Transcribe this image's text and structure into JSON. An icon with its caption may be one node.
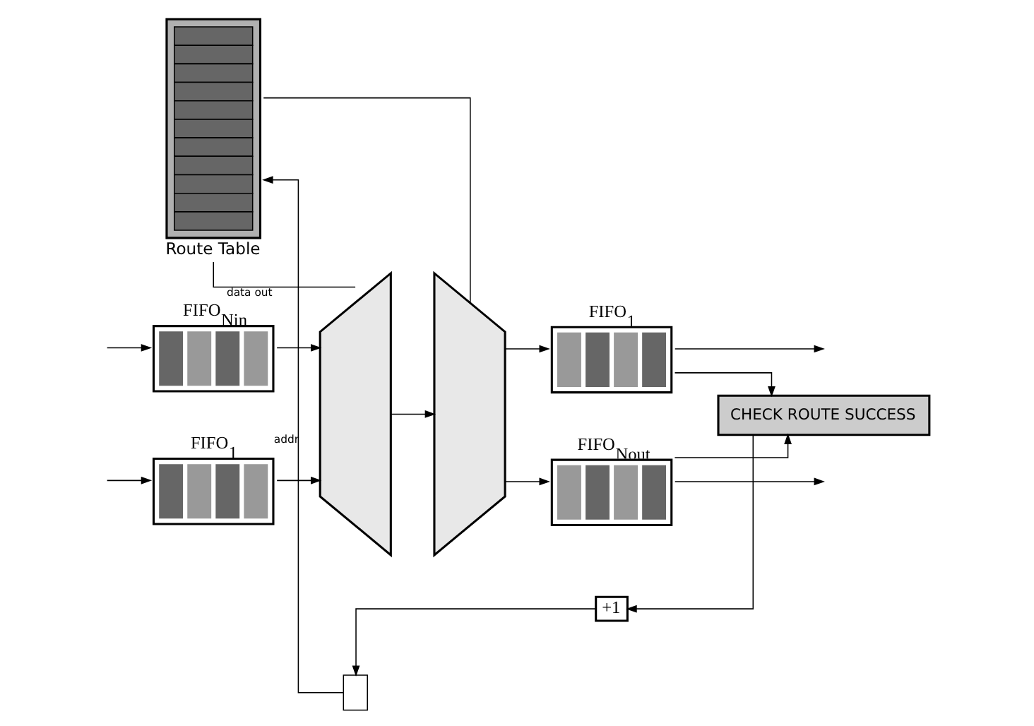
{
  "diagram": {
    "nodes": [
      {
        "text": [
          "FIFO$_{1}$"
        ]
      },
      {
        "text": [
          "FIFO$_{Nin}$"
        ]
      },
      {
        "text": [],
        "shape": "trapezium"
      },
      {
        "text": [],
        "shape": "trapezium"
      },
      {
        "text": [
          "FIFO$_{1}$"
        ]
      },
      {
        "text": [
          "FIFO$_{Nout}$"
        ]
      },
      {
        "text": [
          "Route Table"
        ]
      },
      {
        "text": [],
        "shape": "box"
      },
      {
        "text": [
          "+1"
        ]
      },
      {
        "text": [
          "CHECK ROUTE SUCCESS"
        ]
      }
    ],
    "edges": [
      {
        "from": null,
        "to": 0,
        "arrow": "to"
      },
      {
        "from": null,
        "to": 1,
        "arrow": "to"
      },
      {
        "from": 0,
        "to": 2,
        "arrow": "to"
      },
      {
        "from": 1,
        "to": 2,
        "arrow": "to"
      },
      {
        "from": 2,
        "to": 3,
        "arrow": "to"
      },
      {
        "from": 3,
        "to": 4,
        "arrow": "to"
      },
      {
        "from": 3,
        "to": 5,
        "arrow": "to"
      },
      {
        "from": 4,
        "to": null,
        "arrow": "to"
      },
      {
        "from": 5,
        "to": null,
        "arrow": "to"
      },
      {
        "from": 4,
        "to": 9,
        "arrow": "to"
      },
      {
        "from": 5,
        "to": 9,
        "arrow": "to"
      },
      {
        "from": 9,
        "to": 8,
        "arrow": "to"
      },
      {
        "from": 8,
        "to": 7,
        "arrow": "to"
      },
      {
        "from": 7,
        "to": 6,
        "label": "addr",
        "arrow": "to"
      },
      {
        "from": 6,
        "to": 2,
        "label": "data out",
        "arrow": "none"
      },
      {
        "from": 6,
        "to": 3,
        "arrow": "none"
      }
    ]
  }
}
